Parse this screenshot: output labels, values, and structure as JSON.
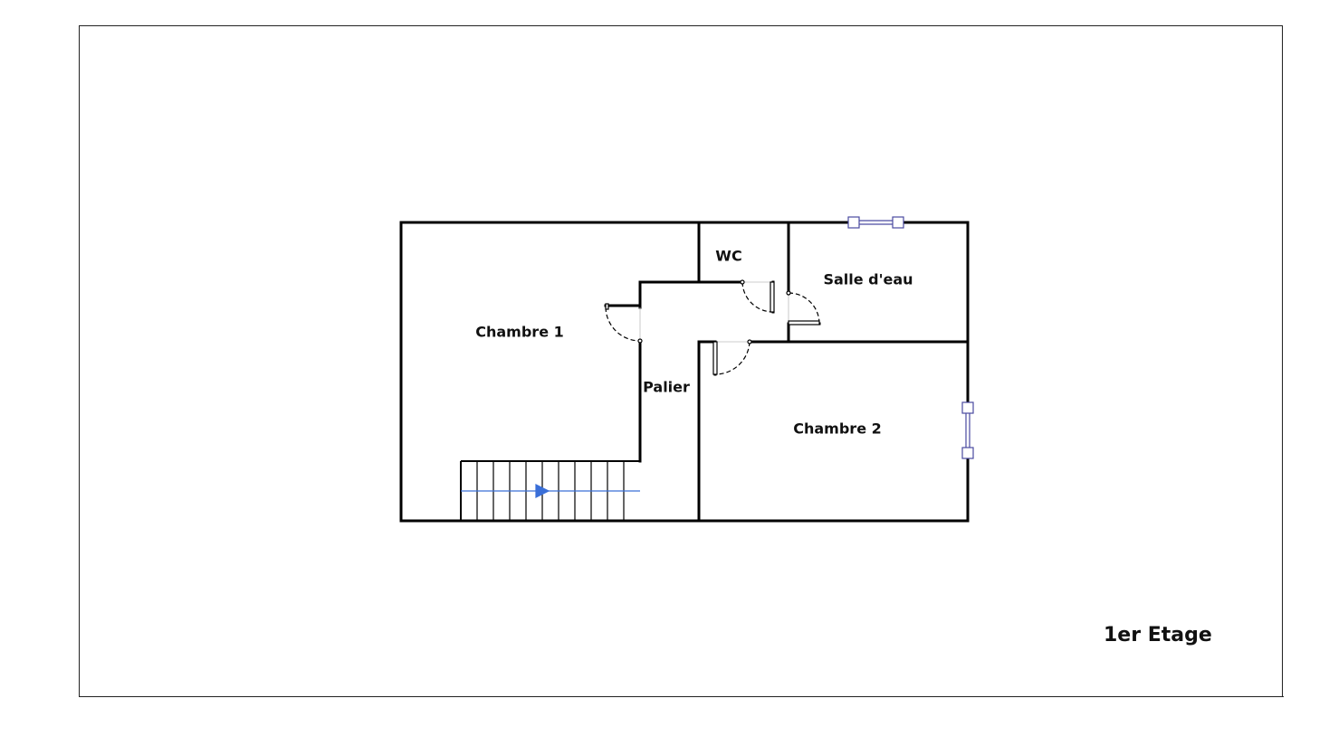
{
  "rooms": {
    "chambre1": "Chambre 1",
    "wc": "WC",
    "salle_eau": "Salle d'eau",
    "palier": "Palier",
    "chambre2": "Chambre 2"
  },
  "floor": "1er Etage",
  "colors": {
    "wall": "#000000",
    "window": "#4a4aa0",
    "stair_arrow": "#3a6fd8"
  }
}
